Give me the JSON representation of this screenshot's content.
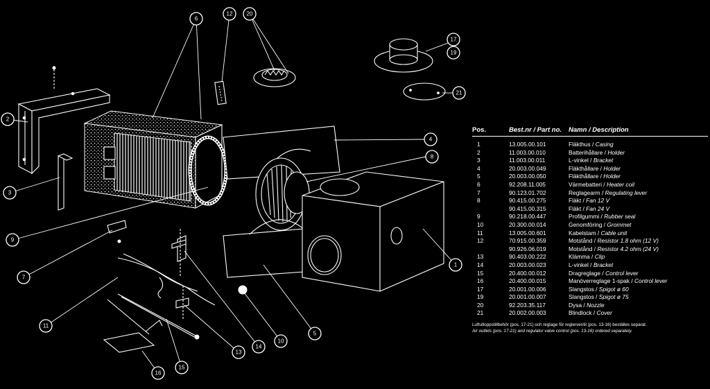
{
  "table": {
    "headers": {
      "pos": "Pos.",
      "part": "Best.nr / Part no.",
      "desc": "Namn / Description"
    },
    "rows": [
      {
        "pos": "1",
        "part": "13.005.00.101",
        "sv": "Fläkthus",
        "en": "Casing"
      },
      {
        "pos": "2",
        "part": "11.003.00.010",
        "sv": "Batterihållare",
        "en": "Holder"
      },
      {
        "pos": "3",
        "part": "11.003.00.011",
        "sv": "L-vinkel",
        "en": "Bracket"
      },
      {
        "pos": "4",
        "part": "20.003.00.049",
        "sv": "Fläkthållare",
        "en": "Holder"
      },
      {
        "pos": "5",
        "part": "20.003.00.050",
        "sv": "Fläkthållare",
        "en": "Holder"
      },
      {
        "pos": "6",
        "part": "92.208.11.005",
        "sv": "Värmebatteri",
        "en": "Heater coil"
      },
      {
        "pos": "7",
        "part": "90.123.01.702",
        "sv": "Reglagearm",
        "en": "Regulating lever"
      },
      {
        "pos": "8",
        "part": "90.415.00.275",
        "sv": "Fläkt",
        "en": "Fan 12 V"
      },
      {
        "pos": "",
        "part": "90.415.00.315",
        "sv": "Fläkt",
        "en": "Fan 24 V"
      },
      {
        "pos": "9",
        "part": "90.218.00.447",
        "sv": "Profilgummi",
        "en": "Rubber seal"
      },
      {
        "pos": "10",
        "part": "20.300.00.014",
        "sv": "Genomföring",
        "en": "Grommet"
      },
      {
        "pos": "11",
        "part": "13.005.00.601",
        "sv": "Kabelstam",
        "en": "Cable unit"
      },
      {
        "pos": "12",
        "part": "70.915.00.359",
        "sv": "Motstånd",
        "en": "Resistor 1.8 ohm (12 V)"
      },
      {
        "pos": "",
        "part": "90.926.06.019",
        "sv": "Motstånd",
        "en": "Resistor 4.2 ohm (24 V)"
      },
      {
        "pos": "13",
        "part": "90.403.00.222",
        "sv": "Klämma",
        "en": "Clip"
      },
      {
        "pos": "14",
        "part": "20.003.00.023",
        "sv": "L-vinkel",
        "en": "Bracket"
      },
      {
        "pos": "15",
        "part": "20.400.00.012",
        "sv": "Dragreglage",
        "en": "Control lever"
      },
      {
        "pos": "16",
        "part": "20.400.00.015",
        "sv": "Manöverreglage 1-spak",
        "en": "Control lever"
      },
      {
        "pos": "17",
        "part": "20.001.00.006",
        "sv": "Slangstos",
        "en": "Spigot ø 60"
      },
      {
        "pos": "19",
        "part": "20.001.00.007",
        "sv": "Slangstos",
        "en": "Spigot ø 75"
      },
      {
        "pos": "20",
        "part": "92.203.35.117",
        "sv": "Dysa",
        "en": "Nozzle"
      },
      {
        "pos": "21",
        "part": "20.002.00.003",
        "sv": "Blindlock",
        "en": "Cover"
      }
    ],
    "note_sv": "Luftutloppstillbehör (pos. 17-21) och reglage för reglerventil (pos. 13-16) beställes separat.",
    "note_en": "Air outlets (pos. 17-21) and regulator valve control (pos. 13-16) ordered separately."
  },
  "callouts": [
    "1",
    "2",
    "3",
    "4",
    "5",
    "6",
    "7",
    "8",
    "9",
    "10",
    "11",
    "12",
    "13",
    "14",
    "15",
    "16",
    "17",
    "19",
    "20",
    "21"
  ]
}
